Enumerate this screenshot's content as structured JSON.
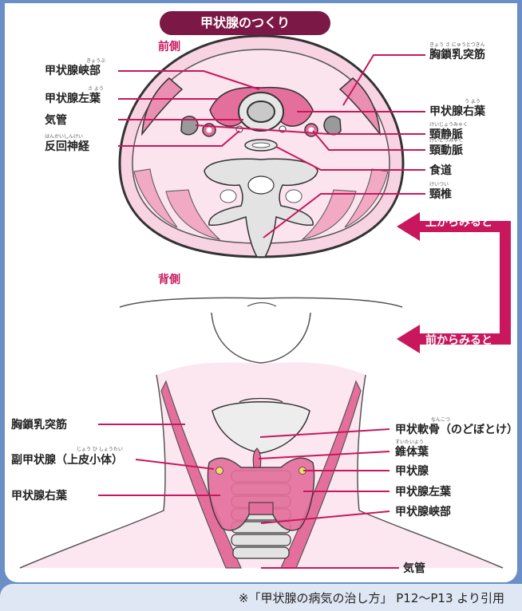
{
  "title": "甲状腺のつくり",
  "top_view": {
    "front_label": "前側",
    "back_label": "背側",
    "left_labels": {
      "isthmus": "甲状腺峡部",
      "isthmus_ruby": "きょうぶ",
      "left_lobe": "甲状腺左葉",
      "left_lobe_ruby": "さ よう",
      "trachea": "気管",
      "nerve": "反回神経",
      "nerve_ruby": "はんかいしんけい"
    },
    "right_labels": {
      "scm": "胸鎖乳突筋",
      "scm_ruby": "きょう さ にゅうとつきん",
      "right_lobe": "甲状腺右葉",
      "right_lobe_ruby": "う よう",
      "jugular": "頸静脈",
      "jugular_ruby": "けいじょうみゃく",
      "carotid": "頸動脈",
      "carotid_ruby": "けいどうみゃく",
      "esophagus": "食道",
      "vertebra": "頸椎",
      "vertebra_ruby": "けいつい"
    }
  },
  "arrows": {
    "top": "上からみると",
    "front": "前からみると"
  },
  "front_view": {
    "left_labels": {
      "scm": "胸鎖乳突筋",
      "parathyroid": "副甲状腺（上皮小体）",
      "parathyroid_ruby": "じょう ひ しょうたい",
      "right_lobe": "甲状腺右葉"
    },
    "right_labels": {
      "cartilage": "甲状軟骨（のどぼとけ）",
      "cartilage_ruby": "なんこつ",
      "pyramidal": "錐体葉",
      "pyramidal_ruby": "すいたいよう",
      "thyroid": "甲状腺",
      "left_lobe": "甲状腺左葉",
      "isthmus": "甲状腺峡部",
      "trachea": "気管"
    }
  },
  "footer": "※「甲状腺の病気の治し方」 P12〜P13 より引用",
  "colors": {
    "accent": "#c8175d",
    "title_bg": "#7b1846",
    "tissue": "#f6c6d8",
    "muscle": "#e56f9c",
    "frame": "#6a8fc6"
  }
}
